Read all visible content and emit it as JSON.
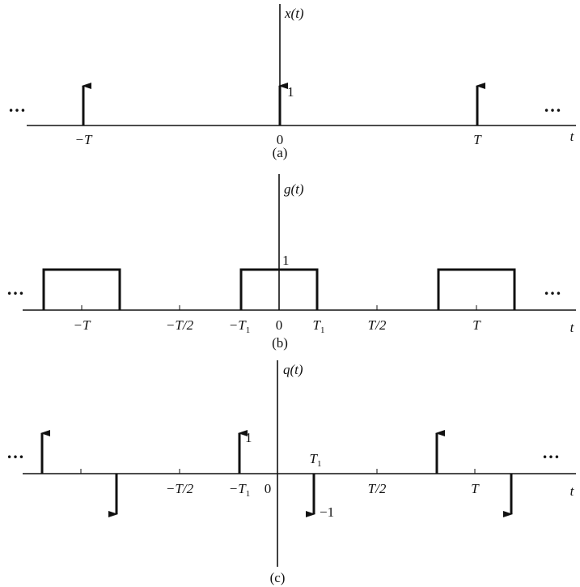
{
  "panel_a": {
    "ylabel": "x(t)",
    "xlabel": "t",
    "caption": "(a)",
    "amplitude_label": "1",
    "ticks": [
      "−T",
      "0",
      "T"
    ],
    "continuation": "…"
  },
  "panel_b": {
    "ylabel": "g(t)",
    "xlabel": "t",
    "caption": "(b)",
    "amplitude_label": "1",
    "ticks": [
      "−T",
      "−T/2",
      "−T",
      "0",
      "T",
      "T/2",
      "T"
    ],
    "sub": "1",
    "continuation": "…"
  },
  "panel_c": {
    "ylabel": "q(t)",
    "xlabel": "t",
    "caption": "(c)",
    "amplitude_pos": "1",
    "amplitude_neg": "−1",
    "ticks": [
      "−T/2",
      "−T",
      "0",
      "T",
      "T/2",
      "T"
    ],
    "sub": "1",
    "continuation": "…"
  }
}
